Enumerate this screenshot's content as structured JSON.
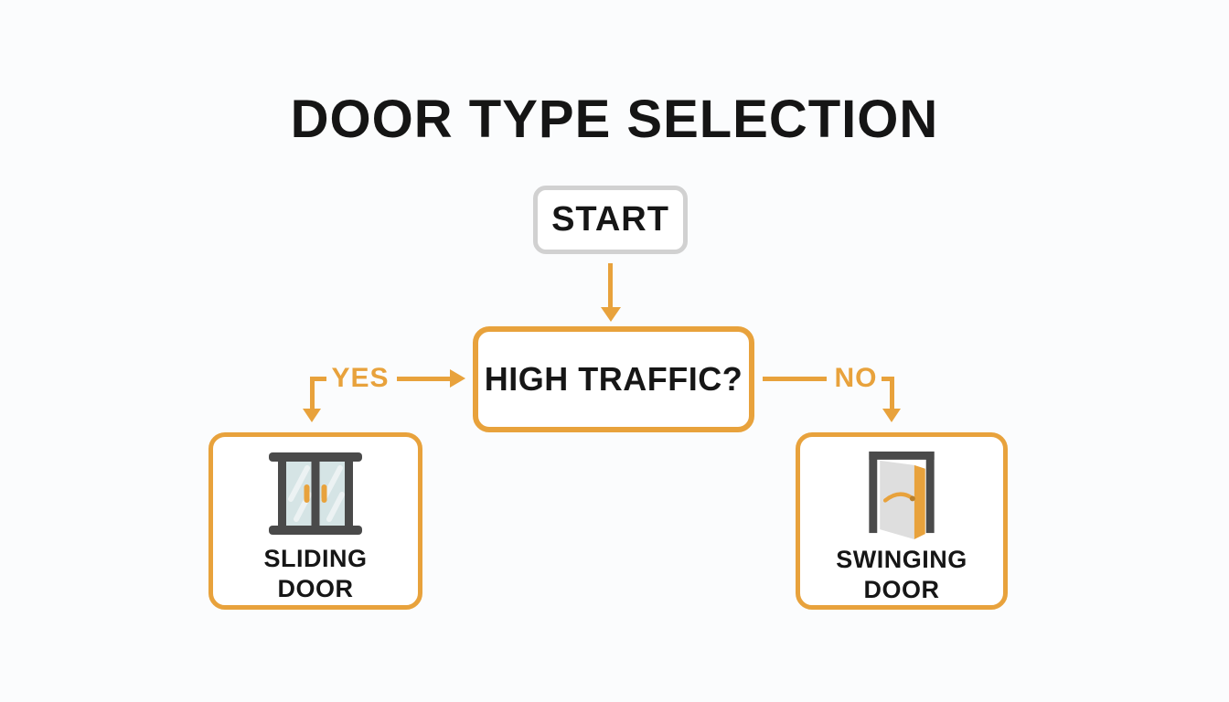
{
  "page": {
    "title": "DOOR TYPE SELECTION"
  },
  "flowchart": {
    "start": {
      "label": "START"
    },
    "decision": {
      "label": "HIGH TRAFFIC?"
    },
    "branches": {
      "yes": {
        "label": "YES"
      },
      "no": {
        "label": "NO"
      }
    },
    "outcomes": {
      "sliding": {
        "label": "SLIDING DOOR",
        "icon": "sliding-door-icon"
      },
      "swinging": {
        "label": "SWINGING DOOR",
        "icon": "swinging-door-icon"
      }
    }
  },
  "colors": {
    "accent_orange": "#E8A23C",
    "start_border_gray": "#D1D1D1",
    "text_black": "#161616",
    "icon_frame_gray": "#4A4A4A",
    "glass_blue": "#D5E4E5",
    "door_leaf_gray": "#DEDEDE",
    "knob_brown": "#B9802C",
    "background": "#FBFCFD"
  }
}
